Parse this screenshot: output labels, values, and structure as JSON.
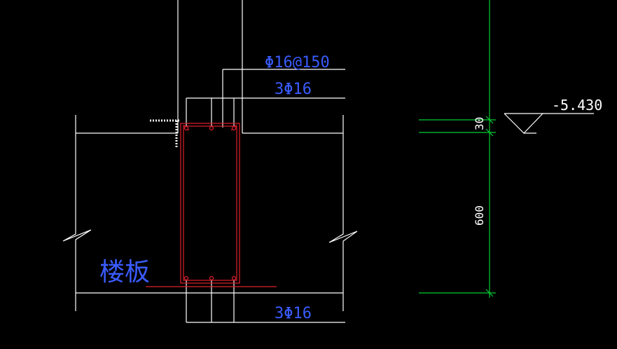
{
  "labels": {
    "top_rebar_spacing": "Φ16@150",
    "top_bars": "3Φ16",
    "bottom_bars": "3Φ16",
    "slab": "楼板",
    "elevation": "-5.430",
    "dim_small": "30",
    "dim_large": "600"
  },
  "colors": {
    "background": "#000000",
    "outline": "#ffffff",
    "rebar": "#e0202a",
    "annotation": "#3a5cff",
    "dimension": "#00cc33"
  }
}
